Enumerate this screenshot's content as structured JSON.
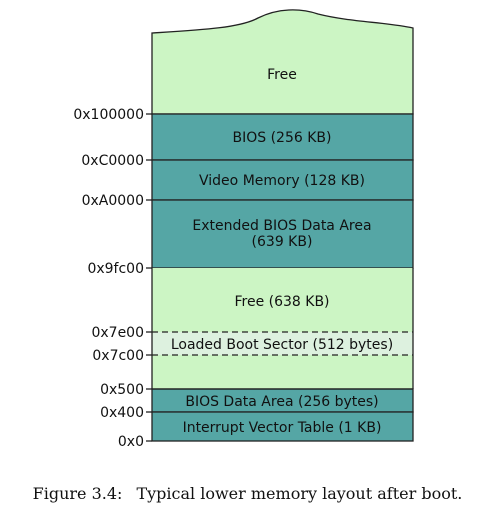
{
  "colors": {
    "free": "#ccf5c4",
    "reserved": "#55a6a5",
    "boot_sector": "#ddf1df",
    "border": "#222222",
    "text": "#111111"
  },
  "regions": [
    {
      "id": "free-top",
      "label": "Free",
      "kind": "free"
    },
    {
      "id": "bios",
      "label": "BIOS (256 KB)",
      "kind": "reserved"
    },
    {
      "id": "video",
      "label": "Video Memory (128 KB)",
      "kind": "reserved"
    },
    {
      "id": "ebda",
      "label_lines": [
        "Extended BIOS Data Area",
        "(639 KB)"
      ],
      "kind": "reserved"
    },
    {
      "id": "free-mid",
      "label": "Free (638 KB)",
      "kind": "free"
    },
    {
      "id": "boot-sector",
      "label": "Loaded Boot Sector (512 bytes)",
      "kind": "boot_sector"
    },
    {
      "id": "free-low",
      "label": "",
      "kind": "free"
    },
    {
      "id": "bda",
      "label": "BIOS Data Area (256 bytes)",
      "kind": "reserved"
    },
    {
      "id": "ivt",
      "label": "Interrupt Vector Table (1 KB)",
      "kind": "reserved"
    }
  ],
  "addresses": [
    "0x100000",
    "0xC0000",
    "0xA0000",
    "0x9fc00",
    "0x7e00",
    "0x7c00",
    "0x500",
    "0x400",
    "0x0"
  ],
  "caption": {
    "figure_number": "Figure 3.4:",
    "text": "Typical lower memory layout after boot."
  }
}
